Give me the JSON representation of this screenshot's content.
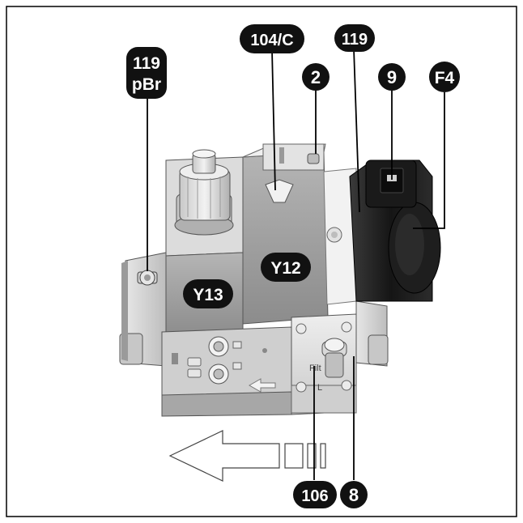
{
  "callouts": {
    "c119pbr": {
      "line1": "119",
      "line2": "pBr"
    },
    "c104c": "104/C",
    "c119": "119",
    "c2": "2",
    "c9": "9",
    "cf4": "F4",
    "y12": "Y12",
    "y13": "Y13",
    "c106": "106",
    "c8": "8"
  },
  "part_text": {
    "filter_mark": "Filt",
    "l_mark": "L"
  },
  "colors": {
    "frame": "#000000",
    "body_light": "#d4d4d4",
    "body_mid": "#a9a9a9",
    "body_dark": "#7a7a7a",
    "coil": "#1c1c1c",
    "badge": "#111111",
    "leader": "#000000"
  }
}
